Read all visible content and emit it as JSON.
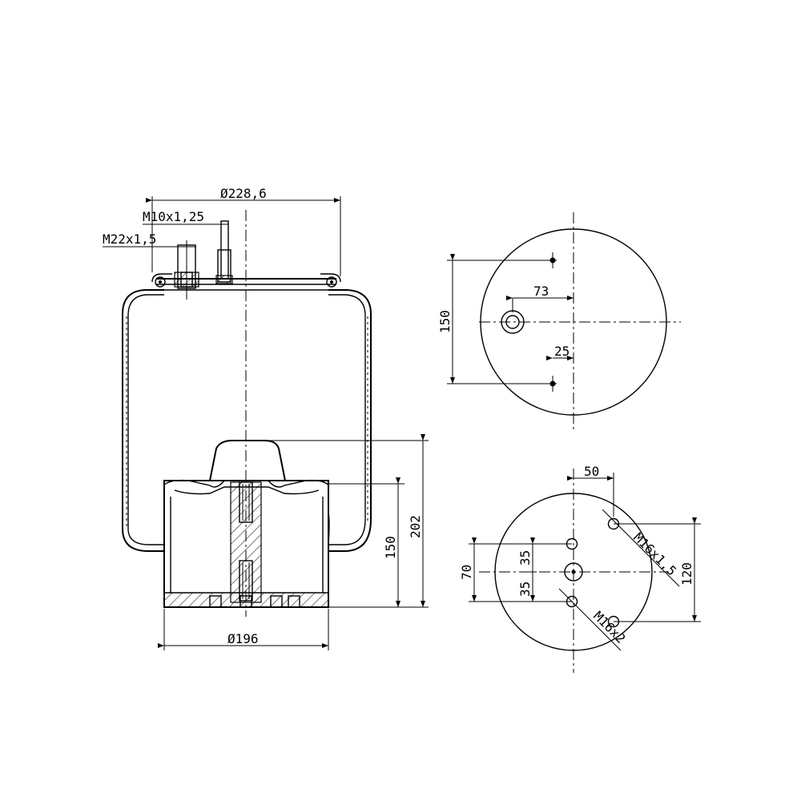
{
  "drawing": {
    "line_color": "#000000",
    "background": "#ffffff",
    "side_view": {
      "top_plate_diameter": "Ø228,6",
      "thread_small": "M10x1,25",
      "thread_air": "M22x1,5",
      "height_total": "202",
      "height_piston": "150",
      "piston_diameter": "Ø196"
    },
    "top_view": {
      "stud_spacing": "150",
      "air_offset": "73",
      "stud_offset": "25"
    },
    "bottom_view": {
      "offset_x": "50",
      "spacing_total": "70",
      "half_upper": "35",
      "half_lower": "35",
      "spacing_right": "120",
      "thread_upper": "M16x1,5",
      "thread_lower": "M16x2"
    }
  }
}
